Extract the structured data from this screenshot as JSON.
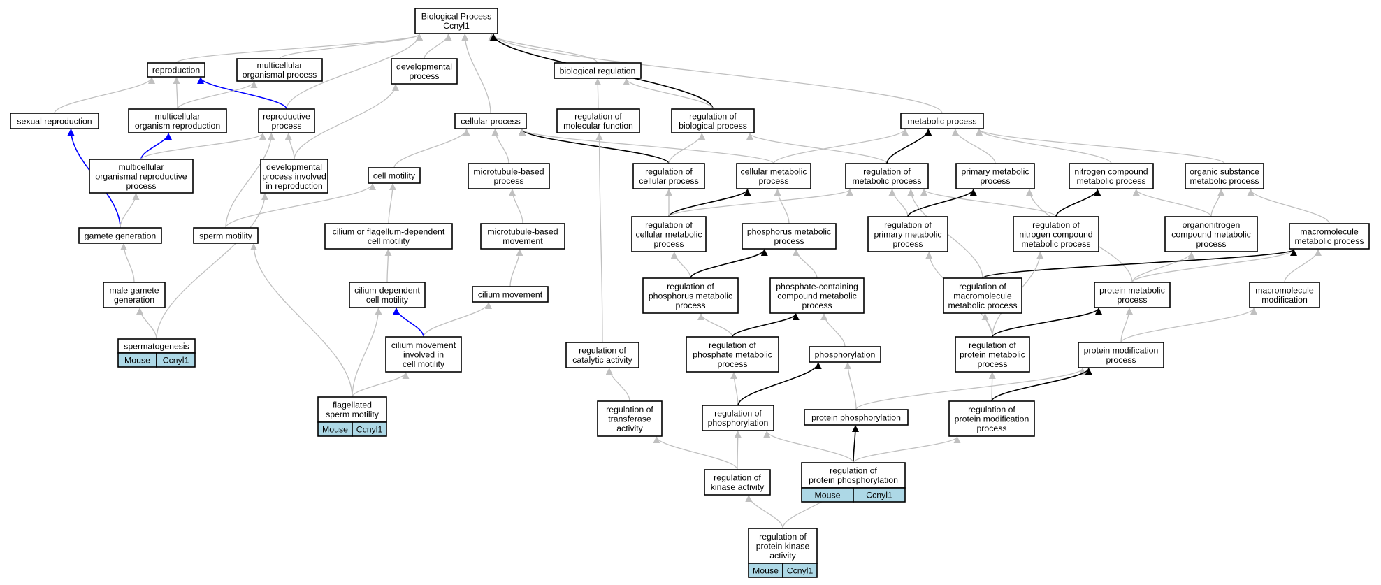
{
  "colors": {
    "gray": "#c0c0c0",
    "black": "#000000",
    "blue": "#0000ff",
    "tag": "#add8e6"
  },
  "nodes": {
    "bp": {
      "lines": [
        "Biological Process",
        "Ccnyl1"
      ]
    },
    "reproduction": {
      "lines": [
        "reproduction"
      ]
    },
    "multicellular_organismal_process": {
      "lines": [
        "multicellular",
        "organismal process"
      ]
    },
    "developmental_process": {
      "lines": [
        "developmental",
        "process"
      ]
    },
    "biological_regulation": {
      "lines": [
        "biological regulation"
      ]
    },
    "sexual_reproduction": {
      "lines": [
        "sexual reproduction"
      ]
    },
    "multicellular_organism_reproduction": {
      "lines": [
        "multicellular",
        "organism reproduction"
      ]
    },
    "reproductive_process": {
      "lines": [
        "reproductive",
        "process"
      ]
    },
    "cellular_process": {
      "lines": [
        "cellular process"
      ]
    },
    "regulation_of_molecular_function": {
      "lines": [
        "regulation of",
        "molecular function"
      ]
    },
    "regulation_of_biological_process": {
      "lines": [
        "regulation of",
        "biological process"
      ]
    },
    "metabolic_process": {
      "lines": [
        "metabolic process"
      ]
    },
    "multicellular_organismal_reproductive_process": {
      "lines": [
        "multicellular",
        "organismal reproductive",
        "process"
      ]
    },
    "developmental_process_involved_in_reproduction": {
      "lines": [
        "developmental",
        "process involved",
        "in reproduction"
      ]
    },
    "cell_motility": {
      "lines": [
        "cell motility"
      ]
    },
    "microtubule_based_process": {
      "lines": [
        "microtubule-based",
        "process"
      ]
    },
    "regulation_of_cellular_process": {
      "lines": [
        "regulation of",
        "cellular process"
      ]
    },
    "cellular_metabolic_process": {
      "lines": [
        "cellular metabolic",
        "process"
      ]
    },
    "regulation_of_metabolic_process": {
      "lines": [
        "regulation of",
        "metabolic process"
      ]
    },
    "primary_metabolic_process": {
      "lines": [
        "primary metabolic",
        "process"
      ]
    },
    "nitrogen_compound_metabolic_process": {
      "lines": [
        "nitrogen compound",
        "metabolic process"
      ]
    },
    "organic_substance_metabolic_process": {
      "lines": [
        "organic substance",
        "metabolic process"
      ]
    },
    "gamete_generation": {
      "lines": [
        "gamete generation"
      ]
    },
    "sperm_motility": {
      "lines": [
        "sperm motility"
      ]
    },
    "cilium_or_flagellum_dependent_cell_motility": {
      "lines": [
        "cilium or flagellum-dependent",
        "cell motility"
      ]
    },
    "microtubule_based_movement": {
      "lines": [
        "microtubule-based",
        "movement"
      ]
    },
    "regulation_of_cellular_metabolic_process": {
      "lines": [
        "regulation of",
        "cellular metabolic",
        "process"
      ]
    },
    "phosphorus_metabolic_process": {
      "lines": [
        "phosphorus metabolic",
        "process"
      ]
    },
    "regulation_of_primary_metabolic_process": {
      "lines": [
        "regulation of",
        "primary metabolic",
        "process"
      ]
    },
    "regulation_of_nitrogen_compound_metabolic_process": {
      "lines": [
        "regulation of",
        "nitrogen compound",
        "metabolic process"
      ]
    },
    "organonitrogen_compound_metabolic_process": {
      "lines": [
        "organonitrogen",
        "compound metabolic",
        "process"
      ]
    },
    "macromolecule_metabolic_process": {
      "lines": [
        "macromolecule",
        "metabolic process"
      ]
    },
    "male_gamete_generation": {
      "lines": [
        "male gamete",
        "generation"
      ]
    },
    "cilium_dependent_cell_motility": {
      "lines": [
        "cilium-dependent",
        "cell motility"
      ]
    },
    "cilium_movement": {
      "lines": [
        "cilium movement"
      ]
    },
    "regulation_of_phosphorus_metabolic_process": {
      "lines": [
        "regulation of",
        "phosphorus metabolic",
        "process"
      ]
    },
    "phosphate_containing_compound_metabolic_process": {
      "lines": [
        "phosphate-containing",
        "compound metabolic",
        "process"
      ]
    },
    "regulation_of_macromolecule_metabolic_process": {
      "lines": [
        "regulation of",
        "macromolecule",
        "metabolic process"
      ]
    },
    "protein_metabolic_process": {
      "lines": [
        "protein metabolic",
        "process"
      ]
    },
    "macromolecule_modification": {
      "lines": [
        "macromolecule",
        "modification"
      ]
    },
    "spermatogenesis": {
      "lines": [
        "spermatogenesis"
      ],
      "tags": [
        "Mouse",
        "Ccnyl1"
      ]
    },
    "cilium_movement_involved_in_cell_motility": {
      "lines": [
        "cilium movement",
        "involved in",
        "cell motility"
      ]
    },
    "regulation_of_catalytic_activity": {
      "lines": [
        "regulation of",
        "catalytic activity"
      ]
    },
    "regulation_of_phosphate_metabolic_process": {
      "lines": [
        "regulation of",
        "phosphate metabolic",
        "process"
      ]
    },
    "phosphorylation": {
      "lines": [
        "phosphorylation"
      ]
    },
    "regulation_of_protein_metabolic_process": {
      "lines": [
        "regulation of",
        "protein metabolic",
        "process"
      ]
    },
    "protein_modification_process": {
      "lines": [
        "protein modification",
        "process"
      ]
    },
    "flagellated_sperm_motility": {
      "lines": [
        "flagellated",
        "sperm motility"
      ],
      "tags": [
        "Mouse",
        "Ccnyl1"
      ]
    },
    "regulation_of_transferase_activity": {
      "lines": [
        "regulation of",
        "transferase",
        "activity"
      ]
    },
    "regulation_of_phosphorylation": {
      "lines": [
        "regulation of",
        "phosphorylation"
      ]
    },
    "protein_phosphorylation": {
      "lines": [
        "protein phosphorylation"
      ]
    },
    "regulation_of_protein_modification_process": {
      "lines": [
        "regulation of",
        "protein modification",
        "process"
      ]
    },
    "regulation_of_kinase_activity": {
      "lines": [
        "regulation of",
        "kinase activity"
      ]
    },
    "regulation_of_protein_phosphorylation": {
      "lines": [
        "regulation of",
        "protein phosphorylation"
      ],
      "tags": [
        "Mouse",
        "Ccnyl1"
      ]
    },
    "regulation_of_protein_kinase_activity": {
      "lines": [
        "regulation of",
        "protein kinase",
        "activity"
      ],
      "tags": [
        "Mouse",
        "Ccnyl1"
      ]
    }
  },
  "edges": [
    [
      "reproduction",
      "bp",
      "gray"
    ],
    [
      "multicellular_organismal_process",
      "bp",
      "gray"
    ],
    [
      "developmental_process",
      "bp",
      "gray"
    ],
    [
      "biological_regulation",
      "bp",
      "gray"
    ],
    [
      "cellular_process",
      "bp",
      "gray"
    ],
    [
      "metabolic_process",
      "bp",
      "gray"
    ],
    [
      "reproductive_process",
      "bp",
      "gray"
    ],
    [
      "regulation_of_biological_process",
      "bp",
      "black"
    ],
    [
      "sexual_reproduction",
      "reproduction",
      "gray"
    ],
    [
      "multicellular_organism_reproduction",
      "reproduction",
      "gray"
    ],
    [
      "reproductive_process",
      "reproduction",
      "blue"
    ],
    [
      "multicellular_organism_reproduction",
      "multicellular_organismal_process",
      "gray"
    ],
    [
      "regulation_of_molecular_function",
      "biological_regulation",
      "gray"
    ],
    [
      "regulation_of_biological_process",
      "biological_regulation",
      "gray"
    ],
    [
      "gamete_generation",
      "sexual_reproduction",
      "blue"
    ],
    [
      "multicellular_organismal_reproductive_process",
      "multicellular_organism_reproduction",
      "blue"
    ],
    [
      "multicellular_organismal_reproductive_process",
      "reproductive_process",
      "gray"
    ],
    [
      "developmental_process_involved_in_reproduction",
      "reproductive_process",
      "gray"
    ],
    [
      "sperm_motility",
      "reproductive_process",
      "gray"
    ],
    [
      "developmental_process_involved_in_reproduction",
      "developmental_process",
      "gray"
    ],
    [
      "gamete_generation",
      "multicellular_organismal_reproductive_process",
      "gray"
    ],
    [
      "male_gamete_generation",
      "gamete_generation",
      "gray"
    ],
    [
      "spermatogenesis",
      "male_gamete_generation",
      "gray"
    ],
    [
      "spermatogenesis",
      "developmental_process_involved_in_reproduction",
      "gray"
    ],
    [
      "cell_motility",
      "cellular_process",
      "gray"
    ],
    [
      "microtubule_based_process",
      "cellular_process",
      "gray"
    ],
    [
      "regulation_of_cellular_process",
      "cellular_process",
      "black"
    ],
    [
      "cellular_metabolic_process",
      "cellular_process",
      "gray"
    ],
    [
      "sperm_motility",
      "cell_motility",
      "gray"
    ],
    [
      "cilium_or_flagellum_dependent_cell_motility",
      "cell_motility",
      "gray"
    ],
    [
      "microtubule_based_movement",
      "microtubule_based_process",
      "gray"
    ],
    [
      "cilium_dependent_cell_motility",
      "cilium_or_flagellum_dependent_cell_motility",
      "gray"
    ],
    [
      "cilium_movement",
      "microtubule_based_movement",
      "gray"
    ],
    [
      "cilium_movement_involved_in_cell_motility",
      "cilium_dependent_cell_motility",
      "blue"
    ],
    [
      "cilium_movement_involved_in_cell_motility",
      "cilium_movement",
      "gray"
    ],
    [
      "flagellated_sperm_motility",
      "cilium_dependent_cell_motility",
      "gray"
    ],
    [
      "flagellated_sperm_motility",
      "cilium_movement_involved_in_cell_motility",
      "gray"
    ],
    [
      "flagellated_sperm_motility",
      "sperm_motility",
      "gray"
    ],
    [
      "regulation_of_catalytic_activity",
      "regulation_of_molecular_function",
      "gray"
    ],
    [
      "regulation_of_transferase_activity",
      "regulation_of_catalytic_activity",
      "gray"
    ],
    [
      "regulation_of_kinase_activity",
      "regulation_of_transferase_activity",
      "gray"
    ],
    [
      "regulation_of_cellular_process",
      "regulation_of_biological_process",
      "gray"
    ],
    [
      "regulation_of_metabolic_process",
      "regulation_of_biological_process",
      "gray"
    ],
    [
      "cellular_metabolic_process",
      "metabolic_process",
      "gray"
    ],
    [
      "regulation_of_metabolic_process",
      "metabolic_process",
      "black"
    ],
    [
      "primary_metabolic_process",
      "metabolic_process",
      "gray"
    ],
    [
      "nitrogen_compound_metabolic_process",
      "metabolic_process",
      "gray"
    ],
    [
      "organic_substance_metabolic_process",
      "metabolic_process",
      "gray"
    ],
    [
      "regulation_of_cellular_metabolic_process",
      "regulation_of_cellular_process",
      "gray"
    ],
    [
      "regulation_of_cellular_metabolic_process",
      "cellular_metabolic_process",
      "black"
    ],
    [
      "regulation_of_cellular_metabolic_process",
      "regulation_of_metabolic_process",
      "gray"
    ],
    [
      "phosphorus_metabolic_process",
      "cellular_metabolic_process",
      "gray"
    ],
    [
      "regulation_of_primary_metabolic_process",
      "regulation_of_metabolic_process",
      "gray"
    ],
    [
      "regulation_of_primary_metabolic_process",
      "primary_metabolic_process",
      "black"
    ],
    [
      "regulation_of_nitrogen_compound_metabolic_process",
      "regulation_of_metabolic_process",
      "gray"
    ],
    [
      "regulation_of_nitrogen_compound_metabolic_process",
      "nitrogen_compound_metabolic_process",
      "black"
    ],
    [
      "regulation_of_macromolecule_metabolic_process",
      "regulation_of_metabolic_process",
      "gray"
    ],
    [
      "protein_metabolic_process",
      "primary_metabolic_process",
      "gray"
    ],
    [
      "organonitrogen_compound_metabolic_process",
      "nitrogen_compound_metabolic_process",
      "gray"
    ],
    [
      "organonitrogen_compound_metabolic_process",
      "organic_substance_metabolic_process",
      "gray"
    ],
    [
      "macromolecule_metabolic_process",
      "organic_substance_metabolic_process",
      "gray"
    ],
    [
      "protein_metabolic_process",
      "organonitrogen_compound_metabolic_process",
      "gray"
    ],
    [
      "protein_metabolic_process",
      "macromolecule_metabolic_process",
      "gray"
    ],
    [
      "regulation_of_macromolecule_metabolic_process",
      "macromolecule_metabolic_process",
      "black"
    ],
    [
      "macromolecule_modification",
      "macromolecule_metabolic_process",
      "gray"
    ],
    [
      "regulation_of_phosphorus_metabolic_process",
      "regulation_of_cellular_metabolic_process",
      "gray"
    ],
    [
      "regulation_of_phosphorus_metabolic_process",
      "phosphorus_metabolic_process",
      "black"
    ],
    [
      "phosphate_containing_compound_metabolic_process",
      "phosphorus_metabolic_process",
      "gray"
    ],
    [
      "regulation_of_phosphate_metabolic_process",
      "regulation_of_phosphorus_metabolic_process",
      "gray"
    ],
    [
      "regulation_of_phosphate_metabolic_process",
      "phosphate_containing_compound_metabolic_process",
      "black"
    ],
    [
      "phosphorylation",
      "phosphate_containing_compound_metabolic_process",
      "gray"
    ],
    [
      "regulation_of_protein_metabolic_process",
      "regulation_of_primary_metabolic_process",
      "gray"
    ],
    [
      "regulation_of_protein_metabolic_process",
      "regulation_of_nitrogen_compound_metabolic_process",
      "gray"
    ],
    [
      "regulation_of_protein_metabolic_process",
      "regulation_of_macromolecule_metabolic_process",
      "gray"
    ],
    [
      "regulation_of_protein_metabolic_process",
      "protein_metabolic_process",
      "black"
    ],
    [
      "protein_modification_process",
      "protein_metabolic_process",
      "gray"
    ],
    [
      "protein_modification_process",
      "macromolecule_modification",
      "gray"
    ],
    [
      "regulation_of_phosphorylation",
      "regulation_of_phosphate_metabolic_process",
      "gray"
    ],
    [
      "regulation_of_phosphorylation",
      "phosphorylation",
      "black"
    ],
    [
      "protein_phosphorylation",
      "phosphorylation",
      "gray"
    ],
    [
      "protein_phosphorylation",
      "protein_modification_process",
      "gray"
    ],
    [
      "regulation_of_protein_modification_process",
      "regulation_of_protein_metabolic_process",
      "gray"
    ],
    [
      "regulation_of_protein_modification_process",
      "protein_modification_process",
      "black"
    ],
    [
      "regulation_of_kinase_activity",
      "regulation_of_phosphorylation",
      "gray"
    ],
    [
      "regulation_of_protein_phosphorylation",
      "regulation_of_phosphorylation",
      "gray"
    ],
    [
      "regulation_of_protein_phosphorylation",
      "protein_phosphorylation",
      "black"
    ],
    [
      "regulation_of_protein_phosphorylation",
      "regulation_of_protein_modification_process",
      "gray"
    ],
    [
      "regulation_of_protein_kinase_activity",
      "regulation_of_kinase_activity",
      "gray"
    ],
    [
      "regulation_of_protein_kinase_activity",
      "regulation_of_protein_phosphorylation",
      "gray"
    ]
  ]
}
